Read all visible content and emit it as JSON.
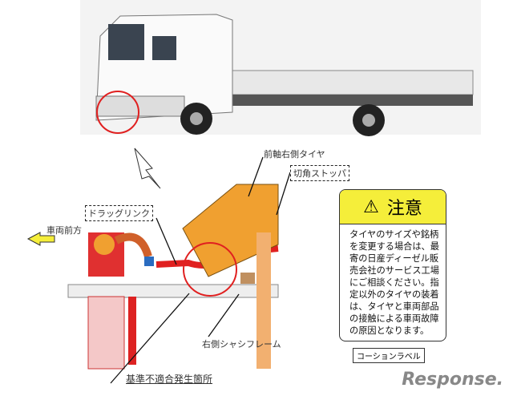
{
  "labels": {
    "front_tire": "前軸右側タイヤ",
    "steering_stopper": "切角ストッパ",
    "drag_link": "ドラッグリンク",
    "vehicle_front": "車両前方",
    "right_frame": "右側シャシフレーム",
    "nonconformity_location": "基準不適合発生箇所"
  },
  "caution": {
    "title": "注意",
    "text": "タイヤのサイズや銘柄を変更する場合は、最寄の日産ディーゼル販売会社のサービス工場にご相談ください。指定以外のタイヤの装着は、タイヤと車両部品の接触による車両故障の原因となります。",
    "label": "コーションラベル"
  },
  "logo": "Response.",
  "colors": {
    "caution_yellow": "#f5ee3a",
    "highlight_red": "#e02020"
  }
}
